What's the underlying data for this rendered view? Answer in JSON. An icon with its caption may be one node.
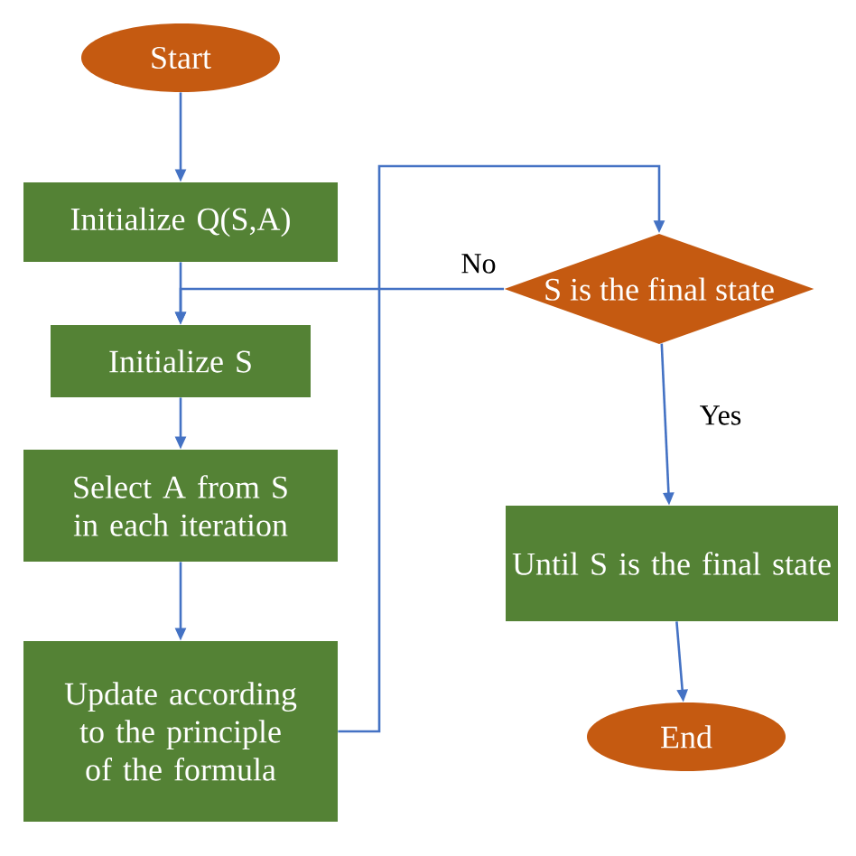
{
  "diagram": {
    "nodes": [
      {
        "text": [
          "Start"
        ]
      },
      {
        "text": [
          "Initialize Q(S,A)"
        ]
      },
      {
        "text": [
          "Initialize S"
        ]
      },
      {
        "text": [
          "Select A from S in each iteration"
        ]
      },
      {
        "text": [
          "Update according to the principle of the formula"
        ]
      },
      {
        "text": [
          "S is the final state"
        ]
      },
      {
        "text": [
          "Until S is the final state"
        ]
      },
      {
        "text": [
          "End"
        ]
      }
    ],
    "edges": [
      {
        "from": 0,
        "to": 1,
        "arrow": "to"
      },
      {
        "from": 1,
        "to": 2,
        "arrow": "to"
      },
      {
        "from": 2,
        "to": 3,
        "arrow": "to"
      },
      {
        "from": 3,
        "to": 4,
        "arrow": "to"
      },
      {
        "from": 4,
        "to": 5,
        "arrow": "to"
      },
      {
        "from": 5,
        "to": 2,
        "arrow": "to",
        "label": "No"
      },
      {
        "from": 5,
        "to": 6,
        "arrow": "to",
        "label": "Yes"
      },
      {
        "from": 6,
        "to": 7,
        "arrow": "to"
      }
    ]
  }
}
